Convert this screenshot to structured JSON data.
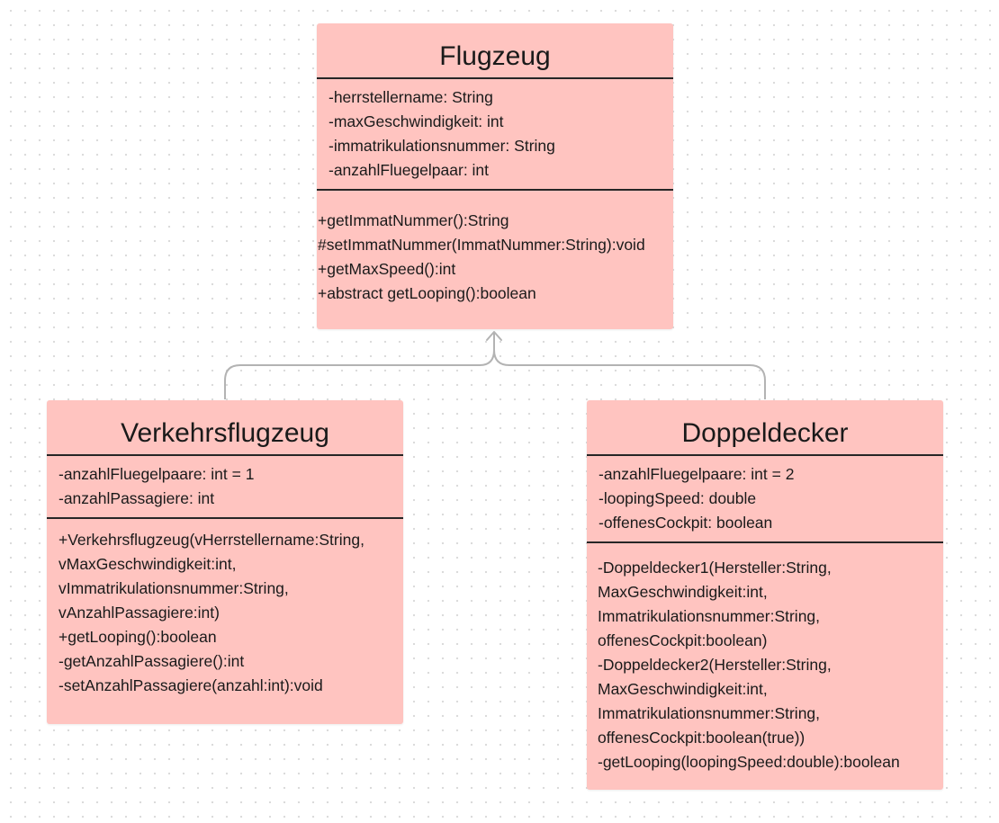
{
  "diagram": {
    "classes": [
      {
        "name": "Flugzeug",
        "attributes": [
          "-herrstellername: String",
          "-maxGeschwindigkeit: int",
          "-immatrikulationsnummer: String",
          "-anzahlFluegelpaar: int"
        ],
        "methods": [
          "+getImmatNummer():String",
          "#setImmatNummer(ImmatNummer:String):void",
          "+getMaxSpeed():int",
          "+abstract getLooping():boolean"
        ]
      },
      {
        "name": "Verkehrsflugzeug",
        "attributes": [
          "-anzahlFluegelpaare: int = 1",
          "-anzahlPassagiere: int"
        ],
        "methods": [
          "+Verkehrsflugzeug(vHerrstellername:String,",
          "vMaxGeschwindigkeit:int,",
          "vImmatrikulationsnummer:String,",
          "vAnzahlPassagiere:int)",
          "+getLooping():boolean",
          "-getAnzahlPassagiere():int",
          "-setAnzahlPassagiere(anzahl:int):void"
        ]
      },
      {
        "name": "Doppeldecker",
        "attributes": [
          "-anzahlFluegelpaare: int = 2",
          "-loopingSpeed: double",
          "-offenesCockpit: boolean"
        ],
        "methods": [
          "-Doppeldecker1(Hersteller:String,",
          "MaxGeschwindigkeit:int,",
          "Immatrikulationsnummer:String,",
          "offenesCockpit:boolean)",
          "-Doppeldecker2(Hersteller:String,",
          "MaxGeschwindigkeit:int,",
          "Immatrikulationsnummer:String,",
          "offenesCockpit:boolean(true))",
          "-getLooping(loopingSpeed:double):boolean"
        ]
      }
    ],
    "colors": {
      "class_fill": "#ffc4c0",
      "divider": "#262626",
      "connector": "#b3b3b3",
      "grid_dot": "#d9d9d9"
    },
    "relationships": [
      {
        "type": "inheritance",
        "from": "Verkehrsflugzeug",
        "to": "Flugzeug"
      },
      {
        "type": "inheritance",
        "from": "Doppeldecker",
        "to": "Flugzeug"
      }
    ]
  }
}
